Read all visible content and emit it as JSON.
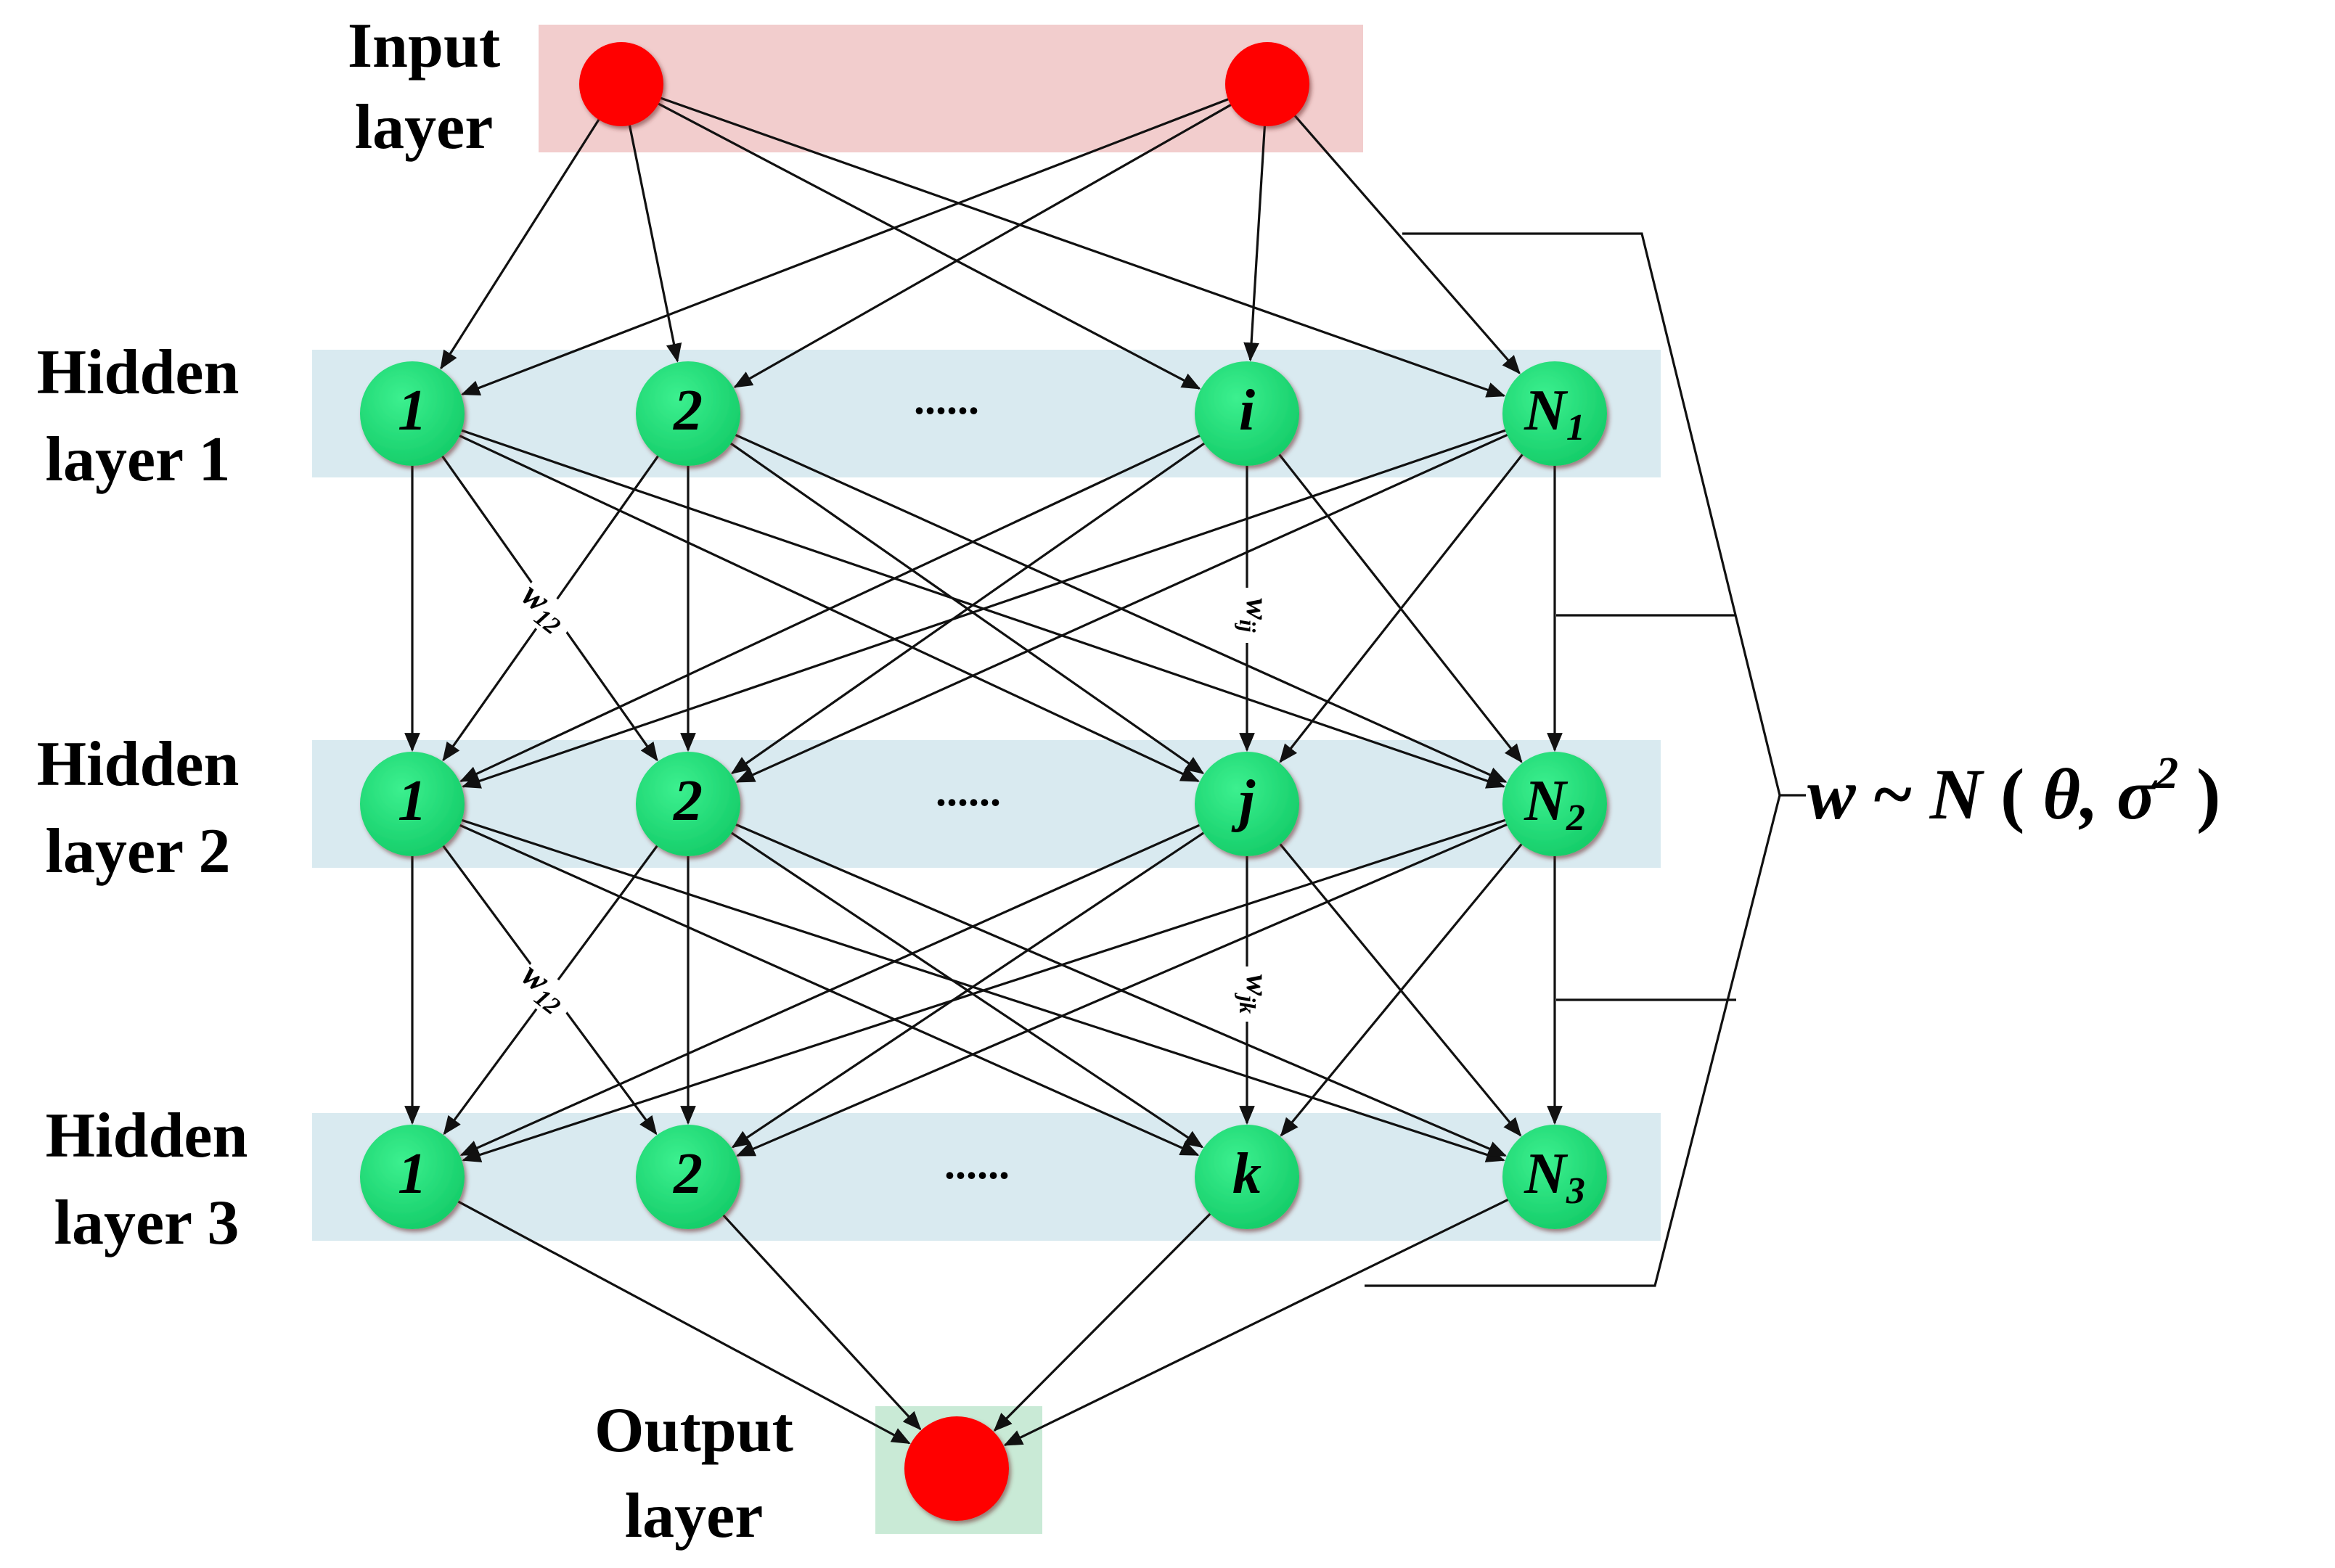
{
  "layers": {
    "input": {
      "label_line1": "Input",
      "label_line2": "layer"
    },
    "hidden1": {
      "label_line1": "Hidden",
      "label_line2": "layer 1",
      "nodes": [
        {
          "main": "1",
          "sub": ""
        },
        {
          "main": "2",
          "sub": ""
        },
        {
          "main": "i",
          "sub": ""
        },
        {
          "main": "N",
          "sub": "1"
        }
      ],
      "ellipsis": "......"
    },
    "hidden2": {
      "label_line1": "Hidden",
      "label_line2": "layer 2",
      "nodes": [
        {
          "main": "1",
          "sub": ""
        },
        {
          "main": "2",
          "sub": ""
        },
        {
          "main": "j",
          "sub": ""
        },
        {
          "main": "N",
          "sub": "2"
        }
      ],
      "ellipsis": "......"
    },
    "hidden3": {
      "label_line1": "Hidden",
      "label_line2": "layer 3",
      "nodes": [
        {
          "main": "1",
          "sub": ""
        },
        {
          "main": "2",
          "sub": ""
        },
        {
          "main": "k",
          "sub": ""
        },
        {
          "main": "N",
          "sub": "3"
        }
      ],
      "ellipsis": "......"
    },
    "output": {
      "label_line1": "Output",
      "label_line2": "layer"
    }
  },
  "weights": {
    "w12_a": {
      "main": "w",
      "sub": "12"
    },
    "wij": {
      "main": "w",
      "sub": "ij"
    },
    "w12_b": {
      "main": "w",
      "sub": "12"
    },
    "wjk": {
      "main": "w",
      "sub": "jk"
    }
  },
  "formula": {
    "lhs": "w",
    "tilde": " ~ ",
    "dist": "N",
    "open": " ( ",
    "mean": "θ",
    "comma": ", ",
    "var": "σ",
    "sup": "2",
    "close": " )"
  },
  "colors": {
    "input_band": "#f2cdcd",
    "hidden_band": "#d9eaf0",
    "output_band": "#c9ead6",
    "io_node": "#ff0000",
    "hidden_node": "#1ee07a",
    "edge": "#111111"
  }
}
